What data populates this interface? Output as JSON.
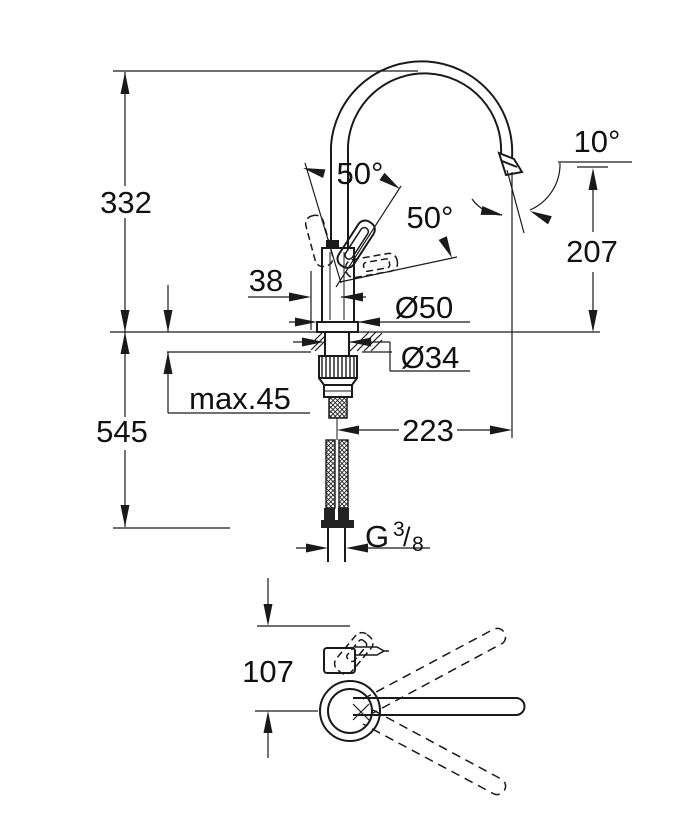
{
  "drawing": {
    "colors": {
      "line": "#1a1a1a",
      "background": "#ffffff",
      "text": "#111111"
    },
    "dimensions": {
      "spout_height": "332",
      "total_height": "545",
      "counter_thickness": "max.45",
      "back_offset": "38",
      "base_diameter": "Ø50",
      "hole_diameter": "Ø34",
      "spout_reach": "223",
      "outlet_height": "207",
      "outlet_angle": "10°",
      "handle_angle_upper": "50°",
      "handle_angle_lower": "50°",
      "handle_clearance": "107",
      "thread_prefix": "G",
      "thread_numerator": "3",
      "thread_slash": "/",
      "thread_denominator": "8"
    }
  }
}
